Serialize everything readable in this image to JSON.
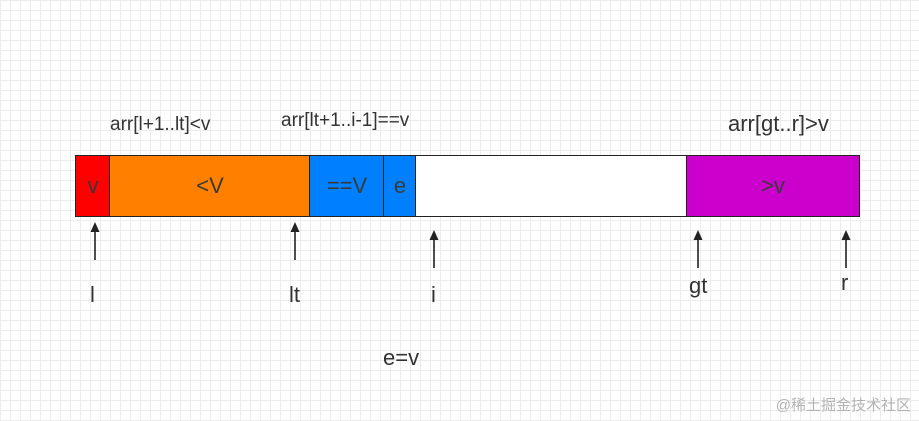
{
  "ranges": {
    "less": "arr[l+1..lt]<v",
    "equal": "arr[lt+1..i-1]==v",
    "greater": "arr[gt..r]>v"
  },
  "segments": {
    "pivot": {
      "label": "v",
      "color": "#ff0000"
    },
    "less": {
      "label": "<V",
      "color": "#ff8000"
    },
    "equal": {
      "label": "==V",
      "color": "#0080ff"
    },
    "current": {
      "label": "e",
      "color": "#0080ff"
    },
    "unprocessed": {
      "label": "",
      "color": "#ffffff"
    },
    "greater": {
      "label": ">v",
      "color": "#cc00cc"
    }
  },
  "pointers": {
    "l": "l",
    "lt": "lt",
    "i": "i",
    "gt": "gt",
    "r": "r"
  },
  "note": "e=v",
  "watermark": "@稀土掘金技术社区"
}
